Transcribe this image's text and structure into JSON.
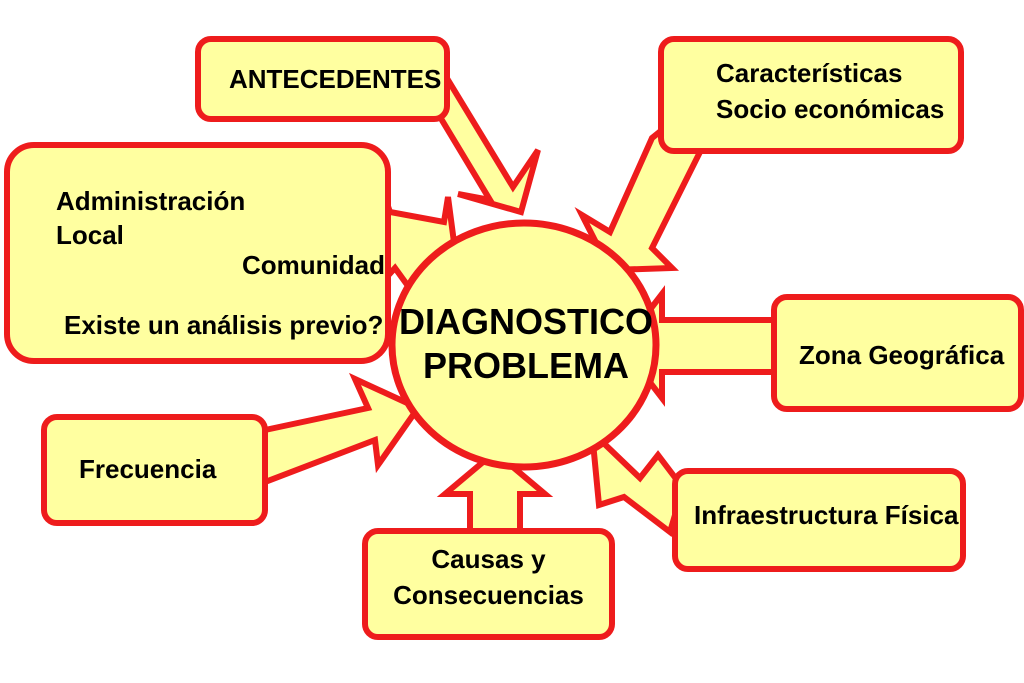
{
  "center": {
    "line1": "DIAGNOSTICO",
    "line2": "PROBLEMA"
  },
  "boxes": {
    "antecedentes": "ANTECEDENTES",
    "caracteristicas": {
      "line1": "Características",
      "line2": "Socio económicas"
    },
    "administracion": {
      "line1": "Administración",
      "line2": "Local",
      "comunidad": "Comunidad",
      "pregunta": "Existe un análisis previo?"
    },
    "zona": "Zona Geográfica",
    "frecuencia": "Frecuencia",
    "infraestructura": "Infraestructura Física",
    "causas": {
      "line1": "Causas y",
      "line2": "Consecuencias"
    }
  },
  "colors": {
    "fill": "#FFFFA0",
    "border": "#EE1C1C",
    "text": "#000000"
  }
}
